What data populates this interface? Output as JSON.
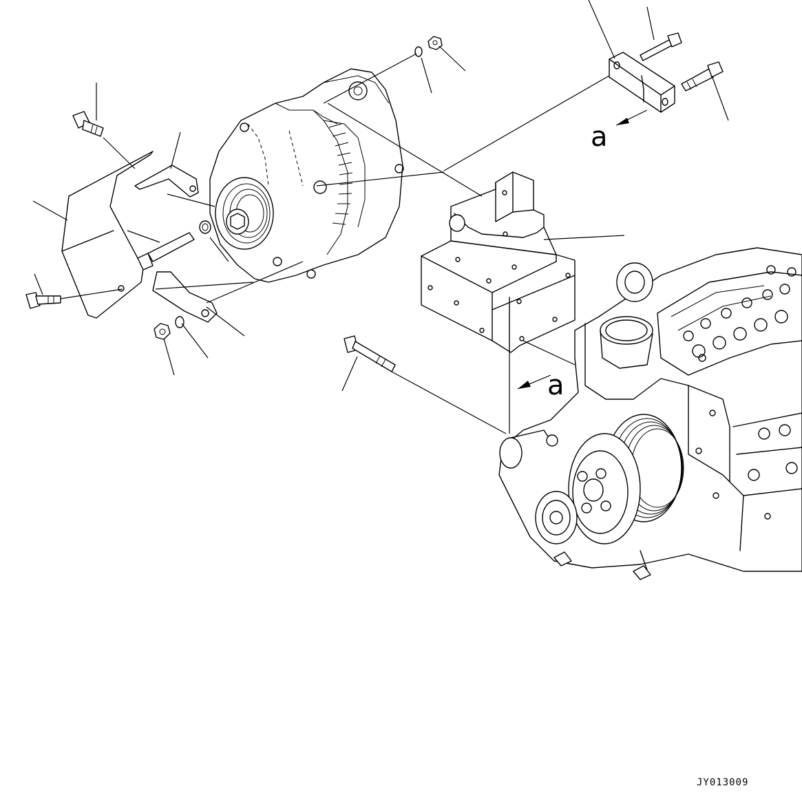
{
  "view_labels": [
    "a",
    "a"
  ],
  "drawing_code": "JY013009",
  "colors": {
    "line": "#000000",
    "background": "#ffffff"
  }
}
